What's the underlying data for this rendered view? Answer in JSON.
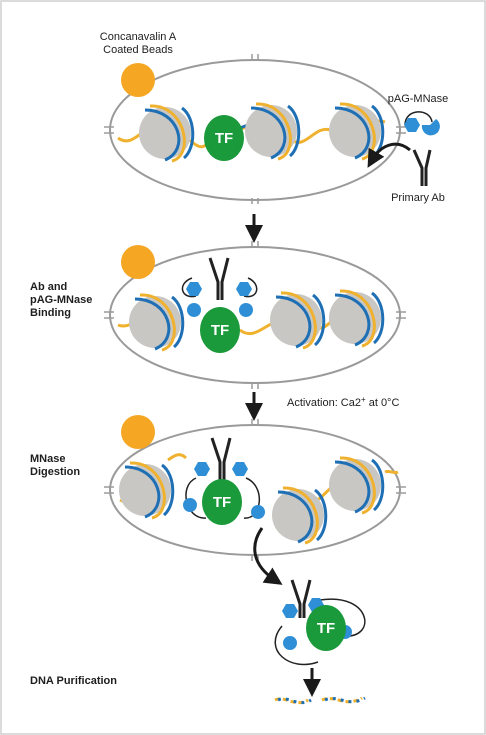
{
  "labels": {
    "beads_line1": "Concanavalin A",
    "beads_line2": "Coated Beads",
    "pag_mnase": "pAG-MNase",
    "primary_ab": "Primary Ab",
    "step2_line1": "Ab and",
    "step2_line2": "pAG-MNase",
    "step2_line3": "Binding",
    "activation": "Activation: Ca2",
    "activation_sup": "+",
    "activation_tail": " at 0°C",
    "step3_line1": "MNase",
    "step3_line2": "Digestion",
    "step4": "DNA Purification",
    "tf": "TF"
  },
  "colors": {
    "bead": "#f5a623",
    "nucleosome": "#c9c7c3",
    "dna_yellow": "#f0b22e",
    "dna_blue": "#1f6fb5",
    "tf": "#1a9a3a",
    "mnase": "#2e8fd6",
    "antibody": "#222222",
    "cell": "#9a9a9a",
    "arrow": "#1a1a1a"
  }
}
